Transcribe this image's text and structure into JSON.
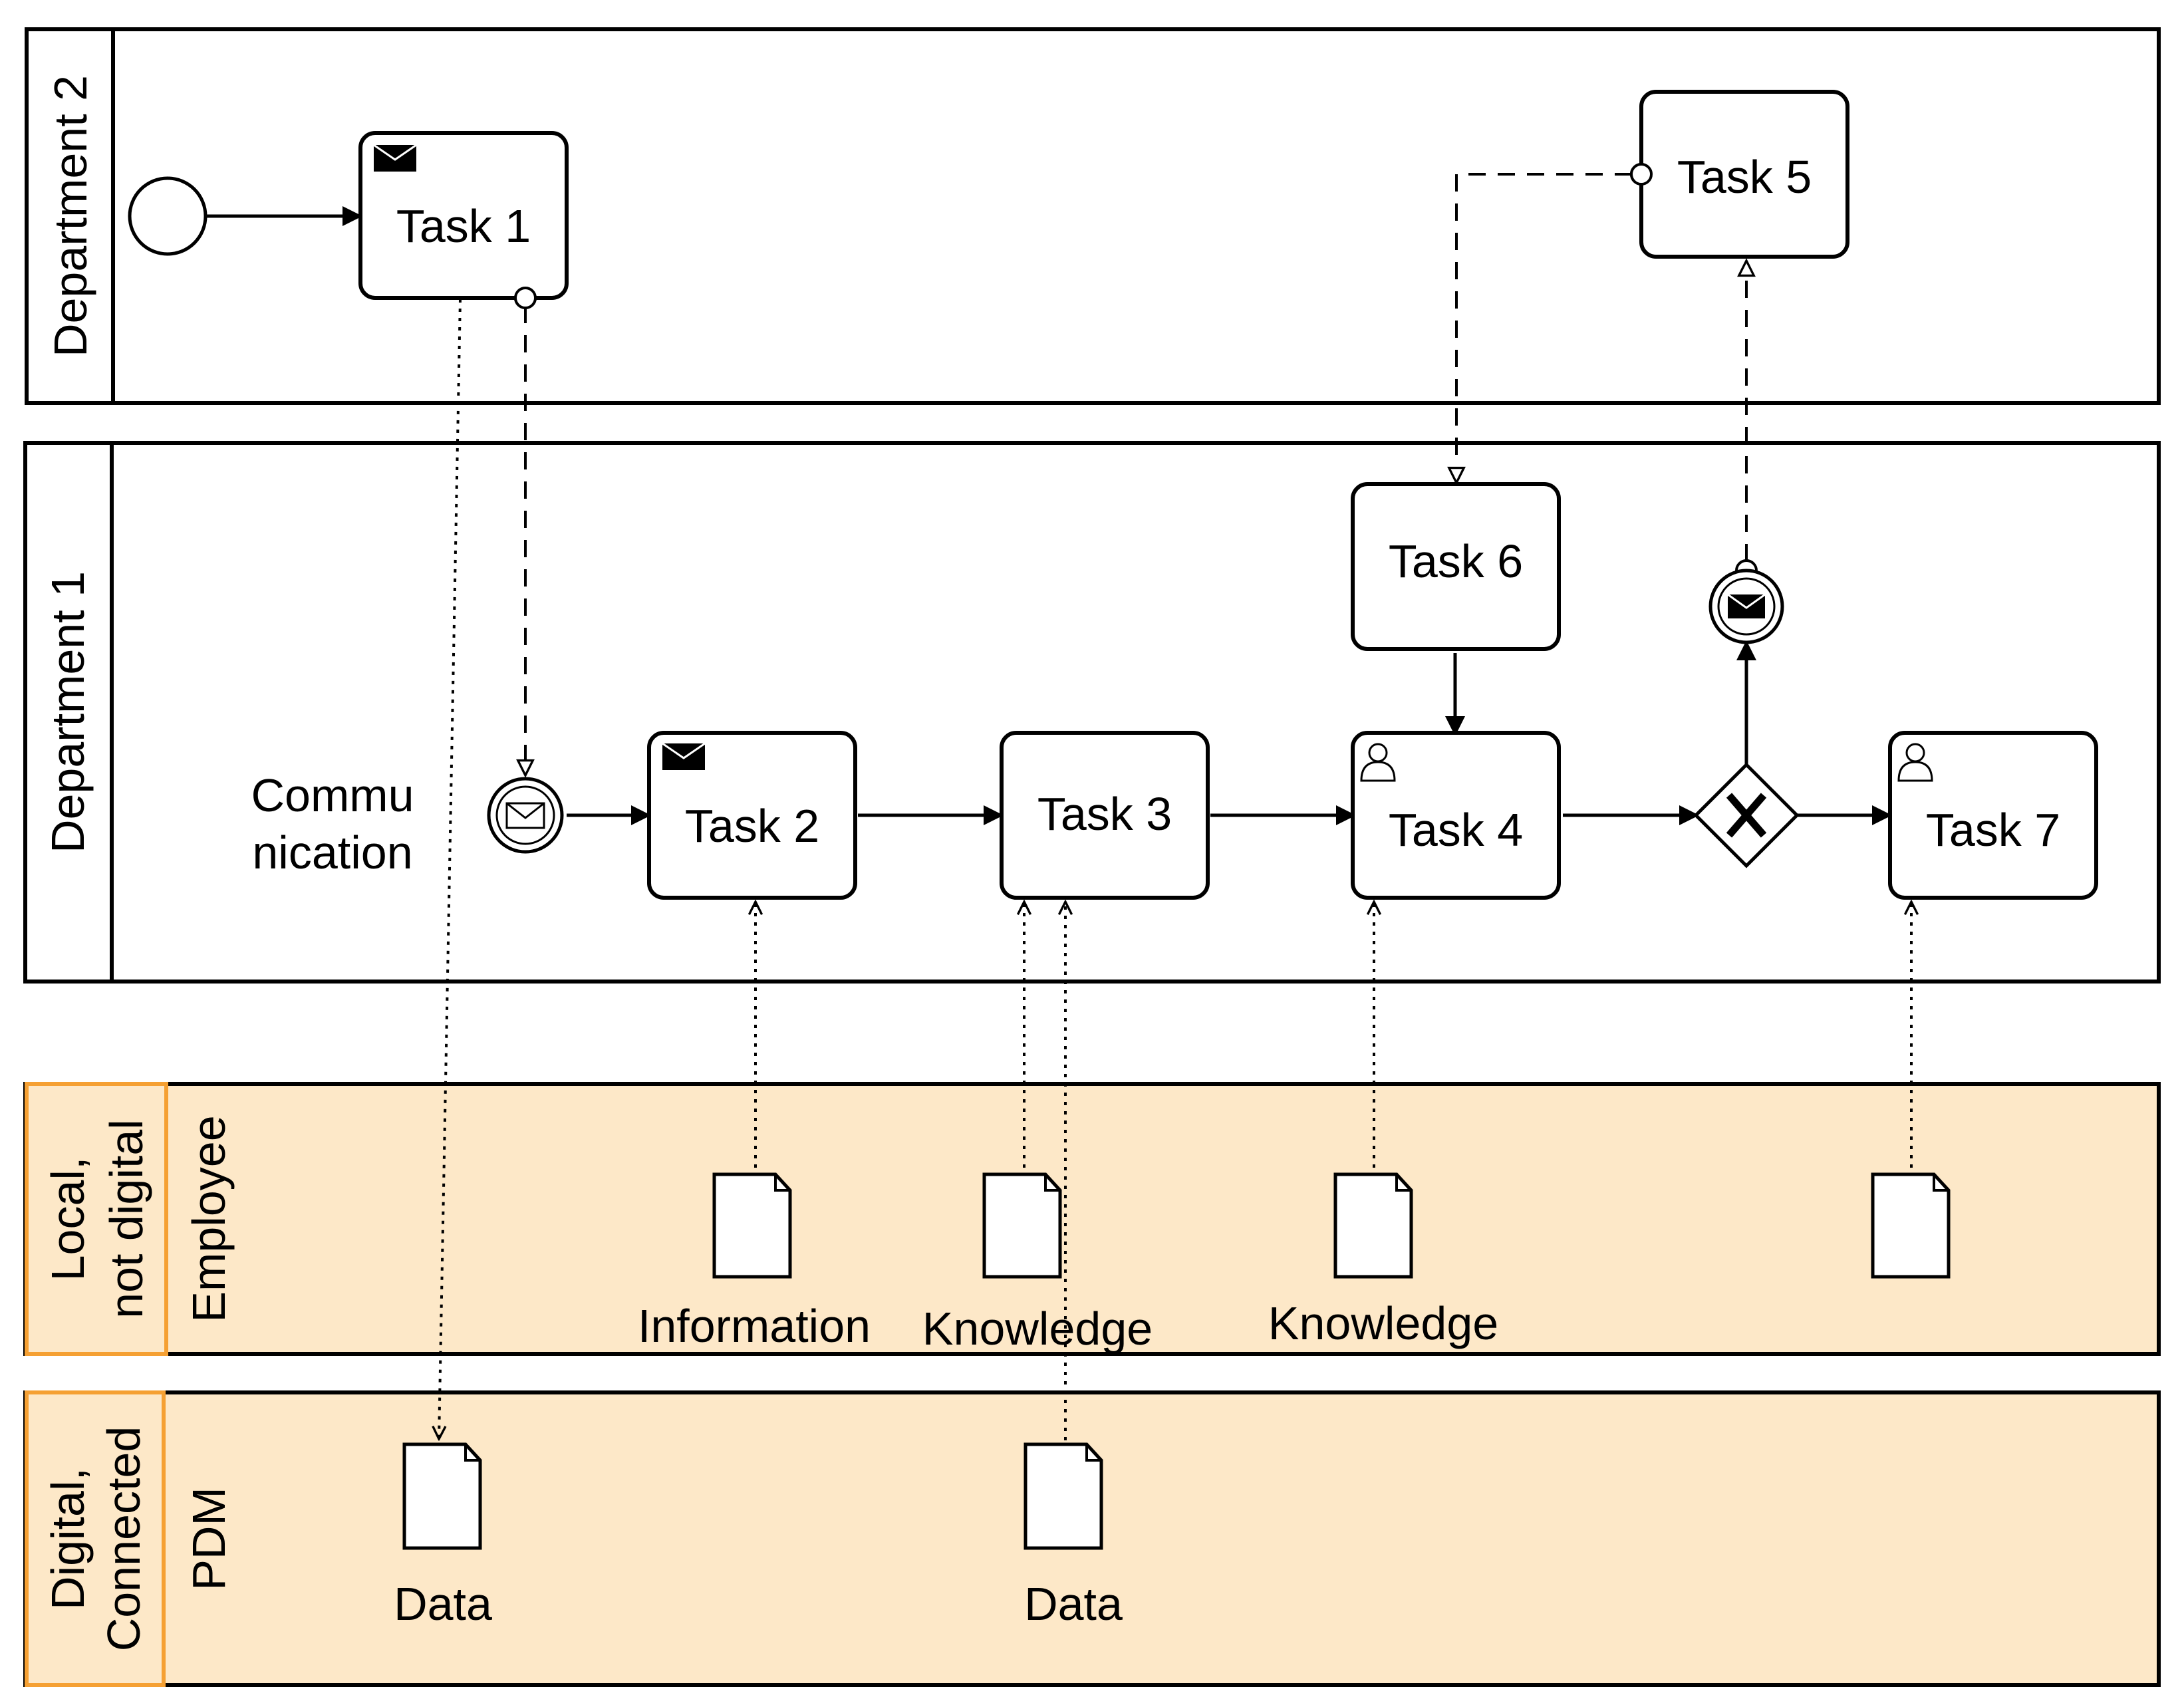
{
  "colors": {
    "line": "#000000",
    "storage_fill": "#fde8c8",
    "storage_border": "#f5a033"
  },
  "lanes": {
    "department_2": "Department 2",
    "department_1": "Department 1",
    "local_line1": "Local,",
    "local_line2": "not digital",
    "employee": "Employee",
    "digital_line1": "Digital,",
    "digital_line2": "Connected",
    "pdm": "PDM"
  },
  "event_label": {
    "line1": "Commu",
    "line2": "nication"
  },
  "tasks": {
    "t1": "Task 1",
    "t2": "Task 2",
    "t3": "Task 3",
    "t4": "Task 4",
    "t5": "Task 5",
    "t6": "Task 6",
    "t7": "Task 7"
  },
  "documents": {
    "information": "Information",
    "knowledge_1": "Knowledge",
    "knowledge_2": "Knowledge",
    "data_1": "Data",
    "data_2": "Data"
  },
  "icons": {
    "start_event": "start-event-icon",
    "message": "envelope-icon",
    "user": "user-icon",
    "gateway": "exclusive-gateway-icon",
    "document": "document-icon"
  }
}
